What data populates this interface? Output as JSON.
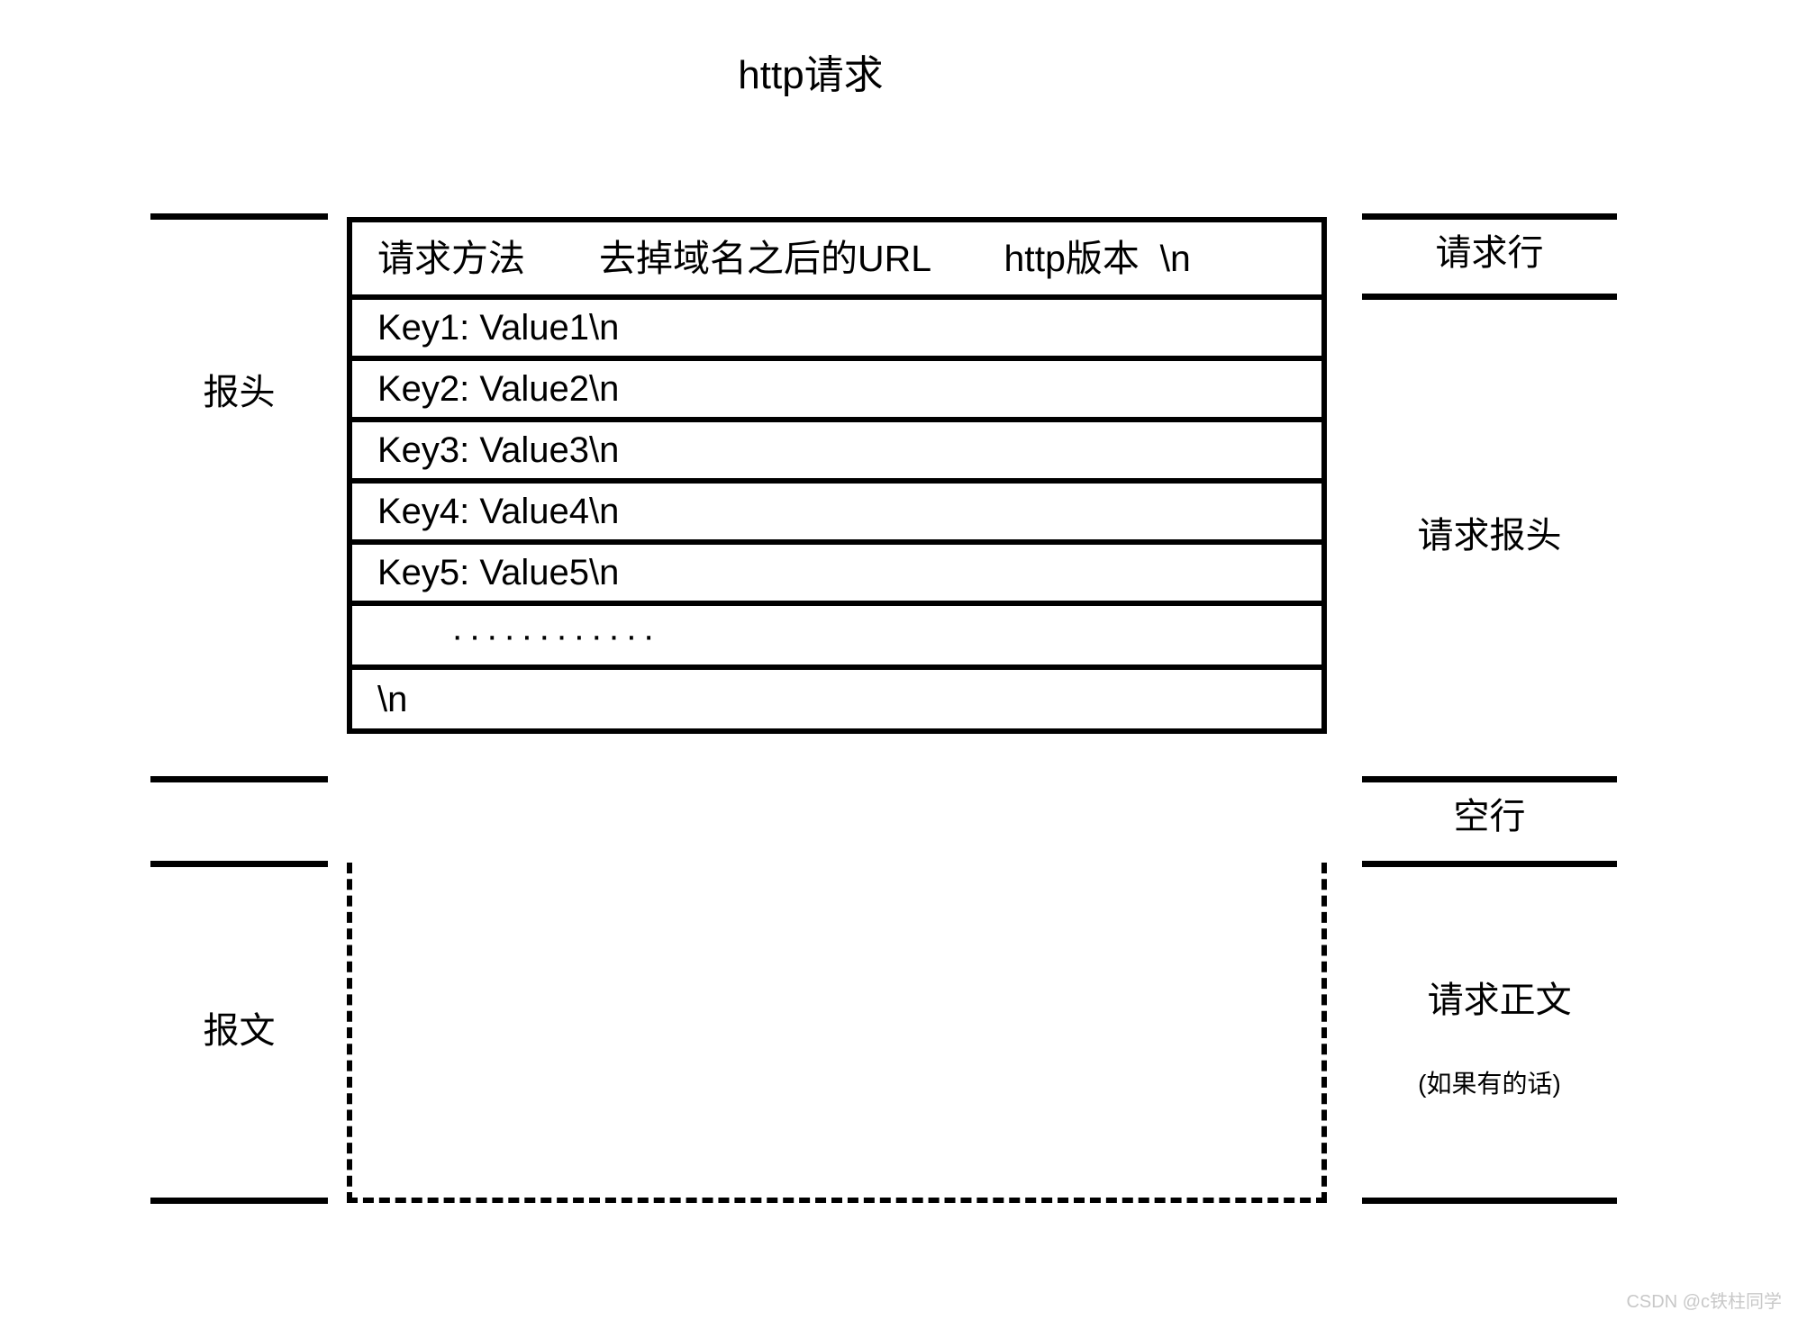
{
  "title": "http请求",
  "message_table": {
    "request_line": "请求方法　　去掉域名之后的URL　　http版本  \\n",
    "headers": [
      "Key1: Value1\\n",
      "Key2: Value2\\n",
      "Key3: Value3\\n",
      "Key4: Value4\\n",
      "Key5: Value5\\n"
    ],
    "ellipsis": "············",
    "blank_line": "\\n"
  },
  "body_box": {
    "content": "",
    "border_style": "dashed"
  },
  "left_labels": [
    {
      "text": "报头",
      "name": "label-message-header"
    },
    {
      "text": "报文",
      "name": "label-message-body"
    }
  ],
  "right_labels": [
    {
      "text": "请求行",
      "name": "label-request-line"
    },
    {
      "text": "请求报头",
      "name": "label-request-headers"
    },
    {
      "text": "空行",
      "name": "label-empty-line"
    },
    {
      "text": "请求正文",
      "note": "(如果有的话)",
      "name": "label-request-body"
    }
  ],
  "watermark": "CSDN @c铁柱同学",
  "colors": {
    "stroke": "#000000",
    "background": "#ffffff",
    "watermark": "#c8c8c8"
  }
}
